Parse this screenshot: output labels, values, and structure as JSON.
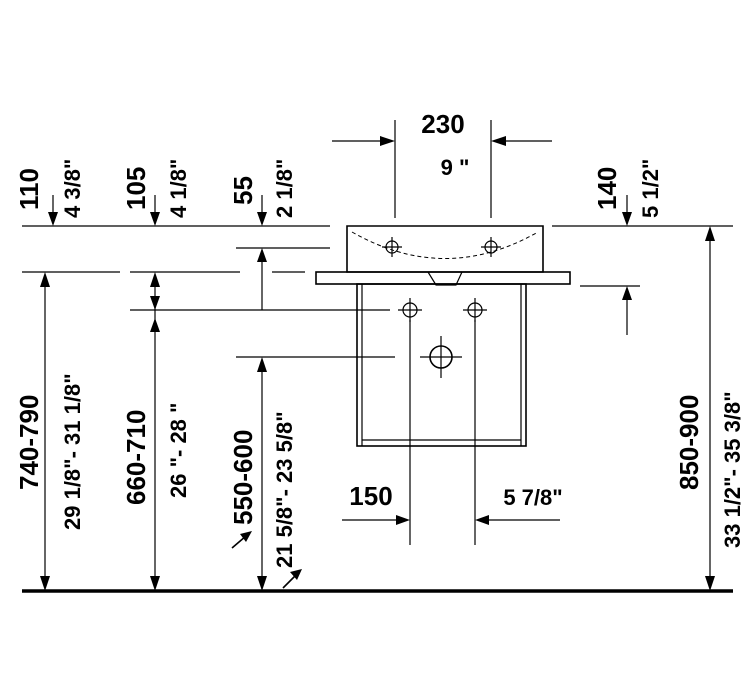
{
  "dimensions": {
    "top_width": {
      "mm": "230",
      "inch": "9 \""
    },
    "d110": {
      "mm": "110",
      "inch": "4 3/8\""
    },
    "d105": {
      "mm": "105",
      "inch": "4 1/8\""
    },
    "d55": {
      "mm": "55",
      "inch": "2 1/8\""
    },
    "d140": {
      "mm": "140",
      "inch": "5 1/2\""
    },
    "h740": {
      "mm": "740-790",
      "inch": "29 1/8\"- 31 1/8\""
    },
    "h660": {
      "mm": "660-710",
      "inch": "26 \"- 28 \""
    },
    "h550": {
      "mm": "550-600",
      "inch": "21 5/8\"- 23 5/8\""
    },
    "h850": {
      "mm": "850-900",
      "inch": "33 1/2\"- 35 3/8\""
    },
    "d150": {
      "mm": "150",
      "inch": "5 7/8\""
    }
  }
}
